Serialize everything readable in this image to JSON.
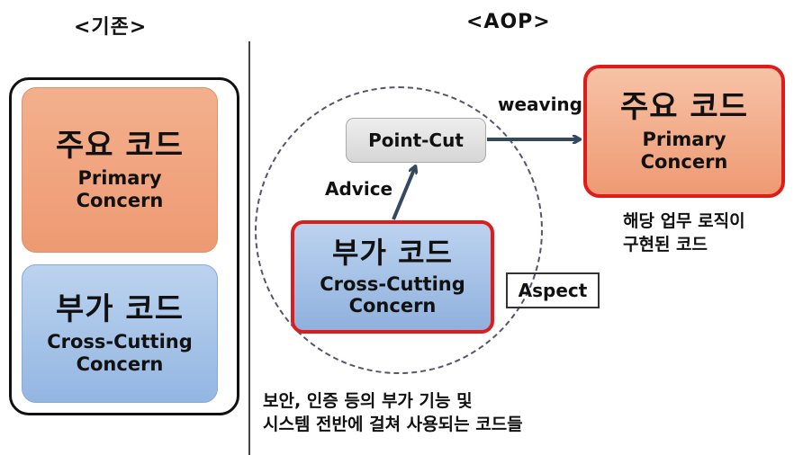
{
  "headings": {
    "left": "<기존>",
    "right": "<AOP>"
  },
  "left": {
    "primary": {
      "korean": "주요 코드",
      "english_line1": "Primary",
      "english_line2": "Concern"
    },
    "cross": {
      "korean": "부가 코드",
      "english_line1": "Cross-Cutting",
      "english_line2": "Concern"
    }
  },
  "right": {
    "pointcut": "Point-Cut",
    "advice": "Advice",
    "weaving": "weaving",
    "aspect": "Aspect",
    "cross": {
      "korean": "부가 코드",
      "english_line1": "Cross-Cutting",
      "english_line2": "Concern"
    },
    "primary": {
      "korean": "주요 코드",
      "english_line1": "Primary",
      "english_line2": "Concern"
    },
    "primary_desc": [
      "해당 업무 로직이",
      "구현된 코드"
    ],
    "cross_desc": [
      "보안, 인증 등의 부가 기능 및",
      "시스템 전반에 걸쳐 사용되는 코드들"
    ]
  },
  "colors": {
    "primary_fill": "#ee9a72",
    "cross_fill": "#93b6e2",
    "highlight_border": "#e01b1b",
    "arrow": "#34495e"
  }
}
